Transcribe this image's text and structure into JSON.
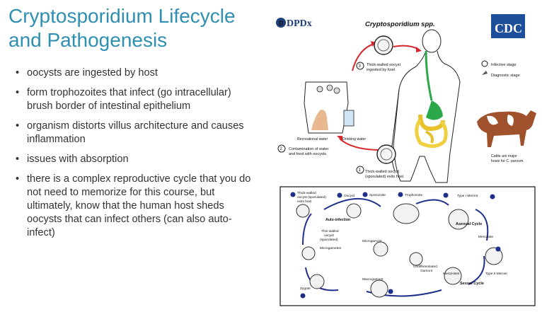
{
  "title": "Cryptosporidium Lifecycle and Pathogenesis",
  "bullets": [
    "oocysts are ingested by host",
    "form trophozoites that infect (go intracellular) brush border of intestinal epithelium",
    "organism distorts villus architecture and causes inflammation",
    "issues with absorption",
    "there is a complex reproductive cycle that you do not need to memorize for this course, but ultimately, know that the human host sheds oocysts that can infect others (can also auto-infect)"
  ],
  "figure": {
    "dpdx_logo": "DPDx",
    "cdc_logo": "CDC",
    "species_title": "Cryptosporidium spp.",
    "legend": {
      "infective": "Infective stage",
      "diagnostic": "Diagnostic stage"
    },
    "step3": {
      "num": "3",
      "line1": "Thick-walled oocyst",
      "line2": "ingested by host"
    },
    "step2": {
      "num": "2",
      "line1": "Contamination of water",
      "line2": "and food with oocysts."
    },
    "step1": {
      "num": "1",
      "line1": "Thick-walled oocyst",
      "line2": "(sporulated) exits host"
    },
    "recreational_water": "Recreational water",
    "drinking_water": "Drinking water",
    "cattle_note_1": "Cattle are major",
    "cattle_note_2": "hosts for C. parvum.",
    "cycle": {
      "exits_1": "Thick-walled",
      "exits_2": "oocyst (sporulated)",
      "exits_3": "exits host",
      "num_a": "a",
      "oocyst": "Oocyst",
      "num_b": "b",
      "sporozoite": "Sporozoite",
      "num_c": "c",
      "trophozoite": "Trophozoite",
      "num_d": "d",
      "type1": "Type I Meront",
      "num_e": "e",
      "asexual": "Asexual Cycle",
      "merozoite": "Merozoite",
      "num_f": "f",
      "type2": "Type II Meront",
      "sexual": "Sexual Cycle",
      "merozoites": "Merozoites",
      "undiff_1": "Undifferentiated",
      "undiff_2": "Gamont",
      "microgamont": "Microgamont",
      "microgametes": "Microgametes",
      "macrogamont": "Macrogamont",
      "num_g": "g",
      "num_h": "h",
      "zygote": "Zygote",
      "num_i": "i",
      "autoinfection": "Auto-infection",
      "thin_1": "Thin-walled",
      "thin_2": "oocyst",
      "thin_3": "(sporulated)"
    }
  }
}
